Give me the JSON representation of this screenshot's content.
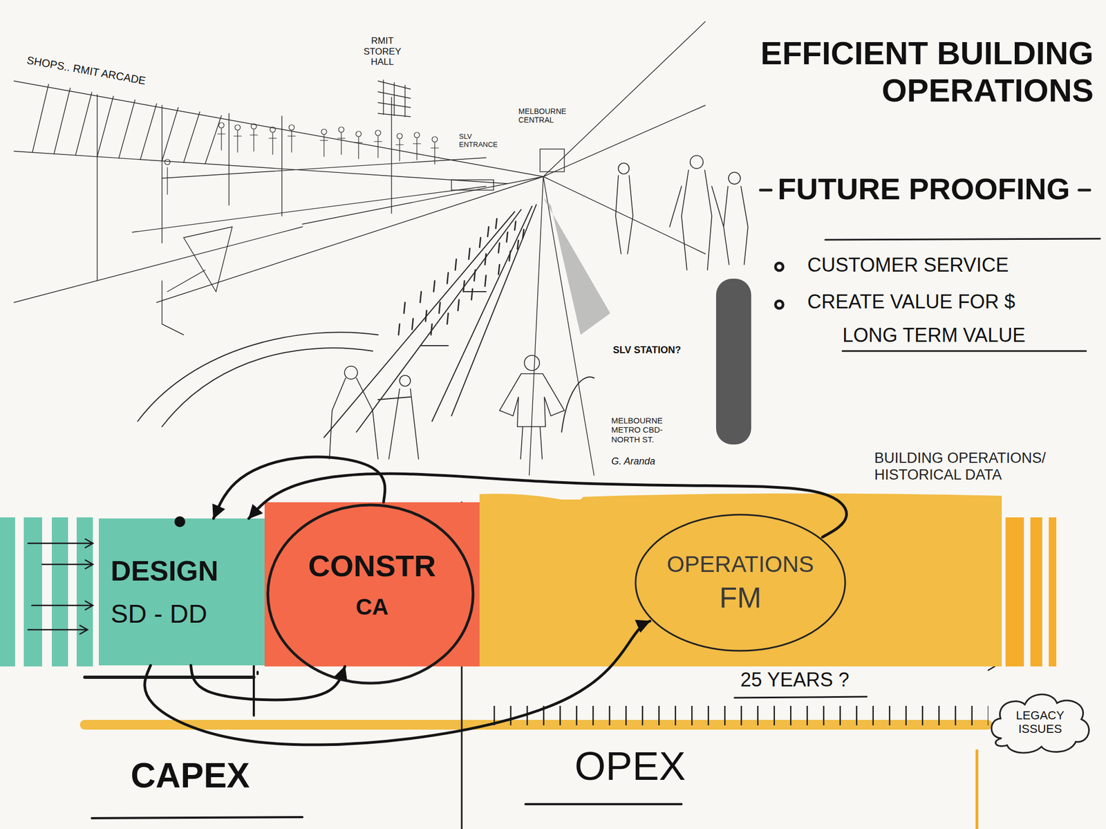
{
  "diagram": {
    "title": "EFFICIENT BUILDING OPERATIONS",
    "nodes": [
      {
        "text": [
          "DESIGN",
          "SD - DD"
        ]
      },
      {
        "text": [
          "CONSTR",
          "CA"
        ]
      },
      {
        "text": [
          "BUILDING OPERATIONS/ HISTORICAL DATA"
        ]
      },
      {
        "text": [
          "OPERATIONS",
          "FM"
        ],
        "in": 2
      },
      {
        "text": [
          "LEGACY ISSUES"
        ]
      }
    ],
    "edges": [
      {
        "from": 1,
        "to": 0,
        "arrow": "to"
      },
      {
        "from": 0,
        "to": 1,
        "arrow": "to"
      },
      {
        "from": 0,
        "to": 3,
        "arrow": "to"
      },
      {
        "from": 3,
        "to": 0,
        "arrow": "to"
      }
    ],
    "labels": [
      "SHOPS.. RMIT ARCADE",
      "RMIT STOREY HALL",
      "MELBOURNE CENTRAL",
      "SLV ENTRANCE",
      "SLV STATION?",
      "MELBOURNE METRO CBD-NORTH ST.",
      "G. Aranda",
      "FUTURE PROOFING",
      "CUSTOMER SERVICE",
      "CREATE VALUE FOR $",
      "LONG TERM VALUE",
      "25 YEARS ?",
      "CAPEX",
      "OPEX"
    ]
  }
}
